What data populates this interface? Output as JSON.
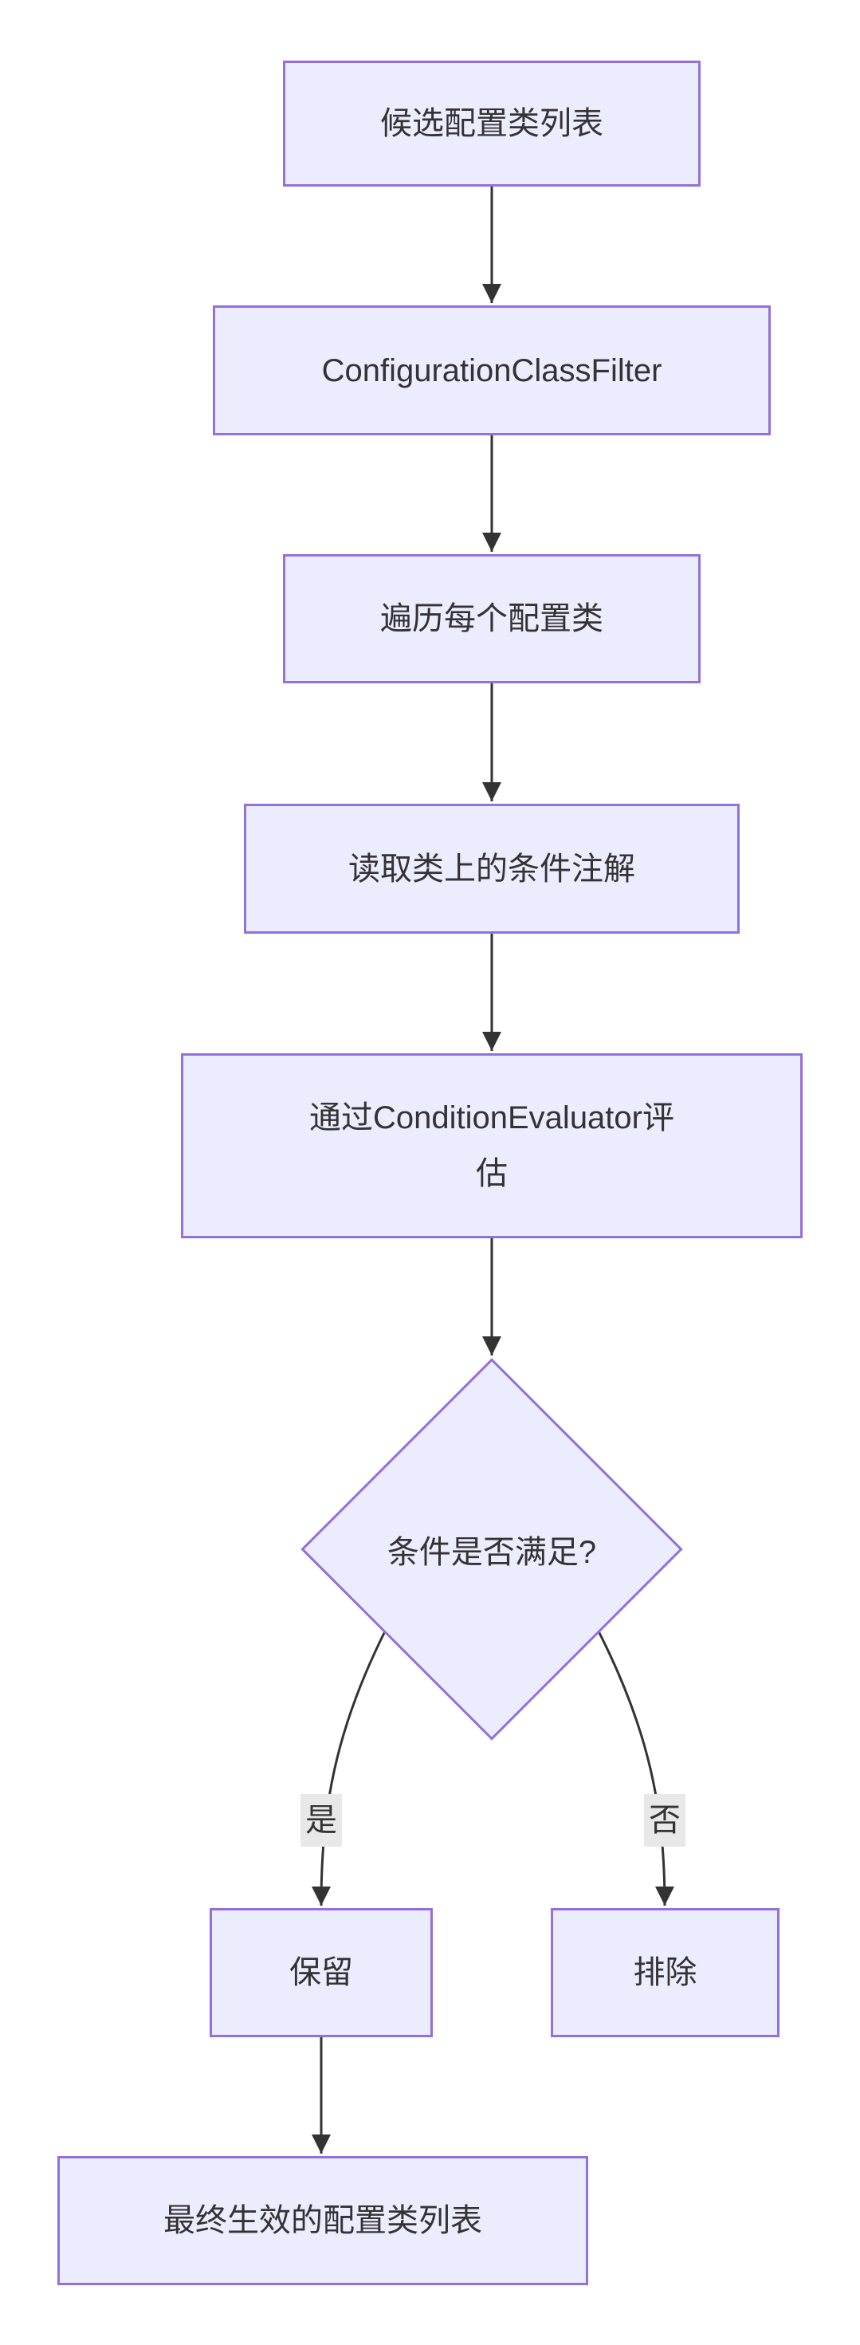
{
  "diagram": {
    "type": "flowchart-top-down",
    "nodes": [
      {
        "id": "candidate-list",
        "shape": "rectangle",
        "label": "候选配置类列表"
      },
      {
        "id": "configuration-class-filter",
        "shape": "rectangle",
        "label": "ConfigurationClassFilter"
      },
      {
        "id": "iterate-config-classes",
        "shape": "rectangle",
        "label": "遍历每个配置类"
      },
      {
        "id": "read-condition-annotations",
        "shape": "rectangle",
        "label": "读取类上的条件注解"
      },
      {
        "id": "condition-evaluator",
        "shape": "rectangle",
        "label": "通过ConditionEvaluator评\n估"
      },
      {
        "id": "condition-satisfied",
        "shape": "diamond",
        "label": "条件是否满足?"
      },
      {
        "id": "keep",
        "shape": "rectangle",
        "label": "保留"
      },
      {
        "id": "exclude",
        "shape": "rectangle",
        "label": "排除"
      },
      {
        "id": "final-config-list",
        "shape": "rectangle",
        "label": "最终生效的配置类列表"
      }
    ],
    "edges": [
      {
        "from": "candidate-list",
        "to": "configuration-class-filter",
        "label": ""
      },
      {
        "from": "configuration-class-filter",
        "to": "iterate-config-classes",
        "label": ""
      },
      {
        "from": "iterate-config-classes",
        "to": "read-condition-annotations",
        "label": ""
      },
      {
        "from": "read-condition-annotations",
        "to": "condition-evaluator",
        "label": ""
      },
      {
        "from": "condition-evaluator",
        "to": "condition-satisfied",
        "label": ""
      },
      {
        "from": "condition-satisfied",
        "to": "keep",
        "label": "是"
      },
      {
        "from": "condition-satisfied",
        "to": "exclude",
        "label": "否"
      },
      {
        "from": "keep",
        "to": "final-config-list",
        "label": ""
      }
    ],
    "colors": {
      "node_fill": "#ECECFF",
      "node_border": "#9370DB",
      "edge_line": "#333333",
      "edge_label_background": "#E8E8E8",
      "text": "#333333",
      "background": "#FFFFFF"
    }
  }
}
